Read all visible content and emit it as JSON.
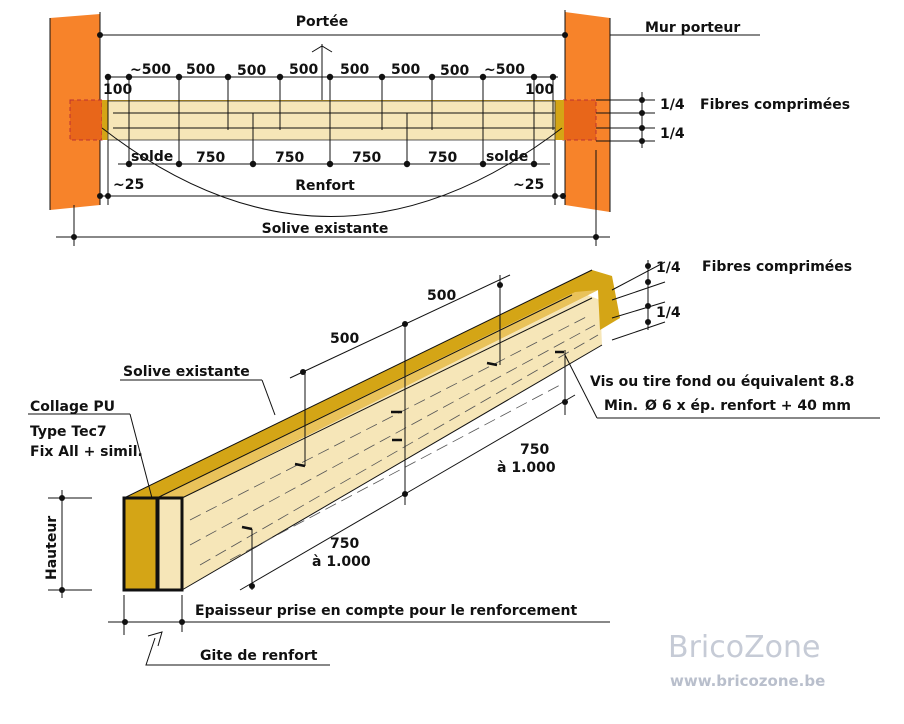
{
  "colors": {
    "wall": "#f7832a",
    "wall_dark": "#e8661a",
    "beam_light": "#f6e6b8",
    "beam_gold": "#d4a516",
    "ink": "#111111"
  },
  "top_view": {
    "span_label": "Portée",
    "wall_label": "Mur porteur",
    "spacing_top": [
      "~500",
      "500",
      "500",
      "500",
      "500",
      "500",
      "500",
      "~500"
    ],
    "edge_left": "100",
    "edge_right": "100",
    "spacing_bottom": [
      "solde",
      "750",
      "750",
      "750",
      "750",
      "solde"
    ],
    "offset_left": "~25",
    "offset_right": "~25",
    "reinforcement_label": "Renfort",
    "joist_label": "Solive existante",
    "quarter_top": "1/4",
    "quarter_bottom": "1/4",
    "compressed_label": "Fibres comprimées"
  },
  "iso_view": {
    "quarter_top": "1/4",
    "quarter_bottom": "1/4",
    "compressed_label": "Fibres comprimées",
    "spacing_a": "500",
    "spacing_b": "500",
    "joist_label": "Solive existante",
    "glue_line1": "Collage PU",
    "glue_line2": "Type Tec7",
    "glue_line3": "Fix All + simil.",
    "screw_line1": "Vis ou tire fond ou équivalent 8.8",
    "screw_line2_prefix": "Min.",
    "diameter_symbol": "Ø",
    "screw_line2": "6 x ép. renfort + 40 mm",
    "pitch1_a": "750",
    "pitch1_b": "à 1.000",
    "pitch2_a": "750",
    "pitch2_b": "à 1.000",
    "height_label": "Hauteur",
    "thickness_label": "Epaisseur prise en compte pour le renforcement",
    "reinforcement_joist_label": "Gite de renfort"
  },
  "watermark": {
    "brand": "BricoZone",
    "url": "www.bricozone.be"
  }
}
